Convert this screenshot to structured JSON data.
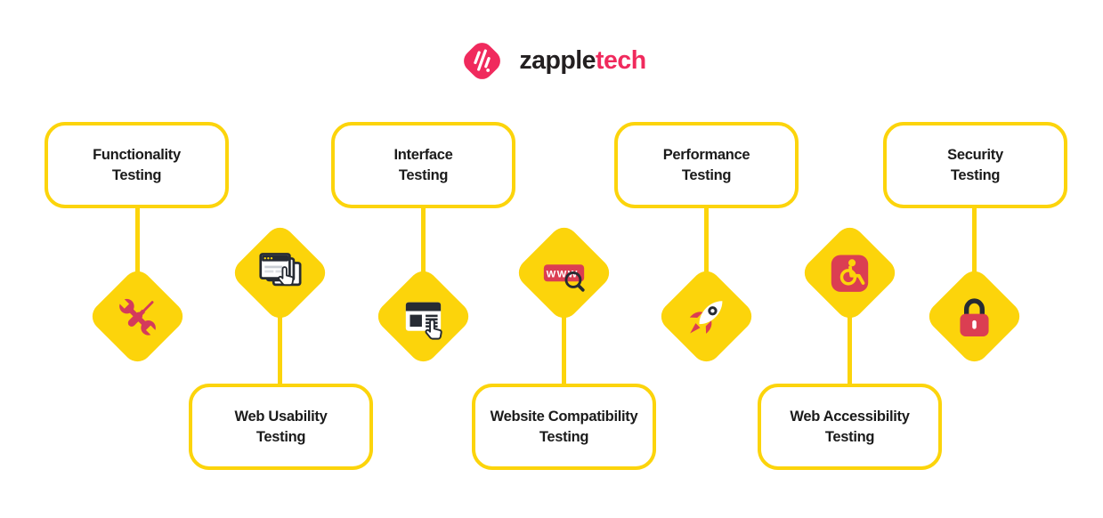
{
  "brand": {
    "name_primary": "zapple",
    "name_accent": "tech"
  },
  "colors": {
    "yellow": "#FCD40B",
    "crimson": "#D43A5C",
    "red": "#DB3E52",
    "pink": "#F02A5D",
    "dark": "#262B33",
    "text": "#1B1B1B",
    "background": "#FFFFFF"
  },
  "nodes": [
    {
      "label_line1": "Functionality",
      "label_line2": "Testing",
      "icon": "wrench-screwdriver-icon",
      "position": "top"
    },
    {
      "label_line1": "Web Usability",
      "label_line2": "Testing",
      "icon": "stacked-browser-windows-icon",
      "position": "bottom"
    },
    {
      "label_line1": "Interface",
      "label_line2": "Testing",
      "icon": "browser-click-icon",
      "position": "top"
    },
    {
      "label_line1": "Website Compatibility",
      "label_line2": "Testing",
      "icon": "www-search-icon",
      "icon_text": "WWW",
      "position": "bottom"
    },
    {
      "label_line1": "Performance",
      "label_line2": "Testing",
      "icon": "rocket-icon",
      "position": "top"
    },
    {
      "label_line1": "Web Accessibility",
      "label_line2": "Testing",
      "icon": "wheelchair-accessibility-icon",
      "position": "bottom"
    },
    {
      "label_line1": "Security",
      "label_line2": "Testing",
      "icon": "padlock-icon",
      "position": "top"
    }
  ]
}
